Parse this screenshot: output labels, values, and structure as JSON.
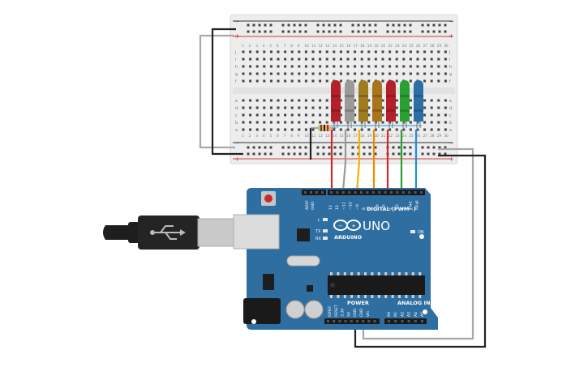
{
  "breadboard": {
    "column_numbers": [
      "1",
      "2",
      "3",
      "4",
      "5",
      "6",
      "7",
      "8",
      "9",
      "10",
      "11",
      "12",
      "13",
      "14",
      "15",
      "16",
      "17",
      "18",
      "19",
      "20",
      "21",
      "22",
      "23",
      "24",
      "25",
      "26",
      "27",
      "28",
      "29",
      "30"
    ],
    "row_letters_top": [
      "j",
      "i",
      "h",
      "g",
      "f"
    ],
    "row_letters_bottom": [
      "e",
      "d",
      "c",
      "b",
      "a"
    ],
    "rail_plus": "+",
    "rail_minus": "−"
  },
  "leds": [
    {
      "color": "#b3202a"
    },
    {
      "color": "#9a9a9a"
    },
    {
      "color": "#a07c1f"
    },
    {
      "color": "#a8741c"
    },
    {
      "color": "#b3202a"
    },
    {
      "color": "#2aa032"
    },
    {
      "color": "#2a6fa8"
    }
  ],
  "wires": [
    {
      "color": "#d2262b"
    },
    {
      "color": "#9a9a9a"
    },
    {
      "color": "#f0b400"
    },
    {
      "color": "#f08a00"
    },
    {
      "color": "#d2262b"
    },
    {
      "color": "#2aa032"
    },
    {
      "color": "#1f8fd6"
    }
  ],
  "arduino": {
    "board_color": "#2f6ea1",
    "model": "UNO",
    "brand": "ARDUINO",
    "digital_label": "DIGITAL (PWM~)",
    "power_label": "POWER",
    "analog_label": "ANALOG IN",
    "on_label": "ON",
    "l_label": "L",
    "tx_label": "TX",
    "rx_label": "RX",
    "digital_pins": [
      "AREF",
      "GND",
      "13",
      "12",
      "~11",
      "~10",
      "~9",
      "8",
      "7",
      "~6",
      "~5",
      "4",
      "~3",
      "2",
      "TX▸1",
      "RX◂0"
    ],
    "power_pins": [
      "IOREF",
      "RESET",
      "3.3V",
      "5V",
      "GND",
      "GND",
      "Vin"
    ],
    "analog_pins": [
      "A0",
      "A1",
      "A2",
      "A3",
      "A4",
      "A5"
    ]
  }
}
